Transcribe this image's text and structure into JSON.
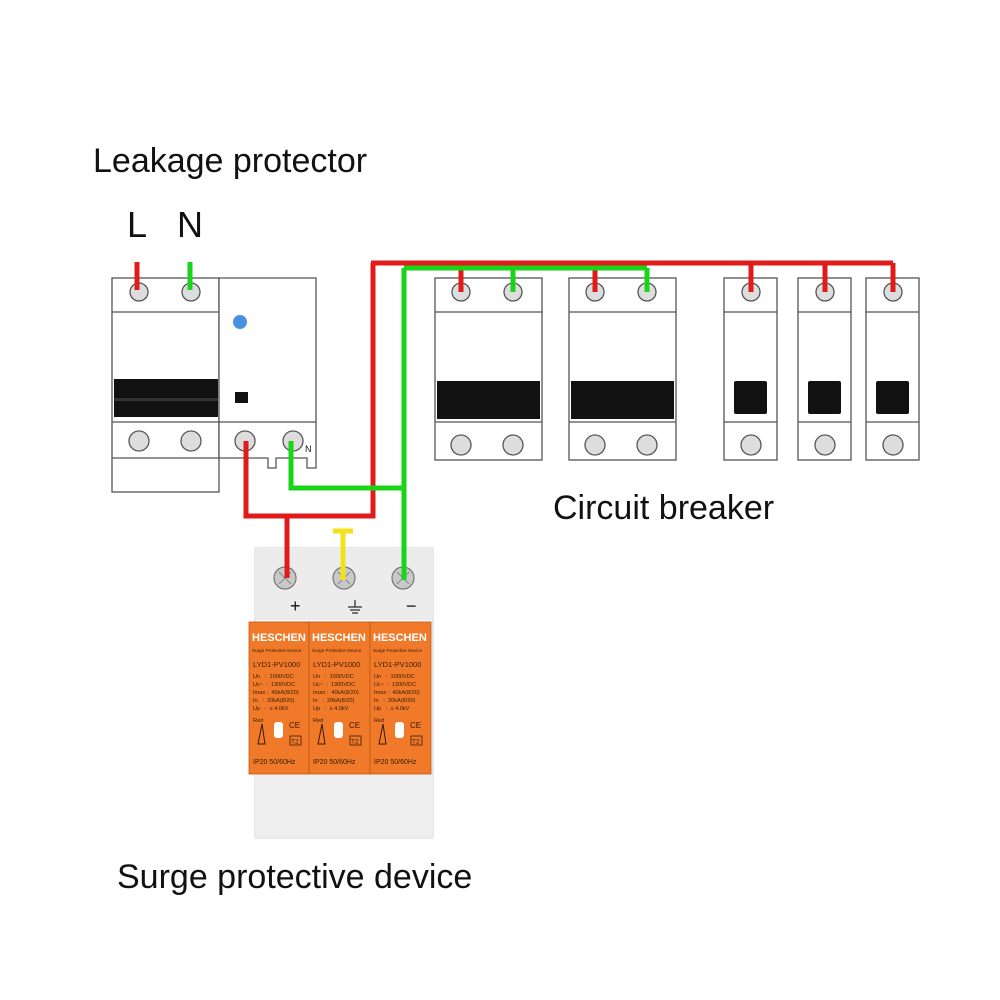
{
  "labels": {
    "leakage_protector": "Leakage protector",
    "line": "L",
    "neutral": "N",
    "rcd_terminal_n": "N",
    "circuit_breaker": "Circuit breaker",
    "surge_device": "Surge protective device"
  },
  "spd": {
    "plus": "+",
    "minus": "−",
    "modules": [
      {
        "brand": "HESCHEN",
        "subtitle": "Surge Protective Device",
        "model": "LYD1-PV1000",
        "specs": [
          "Un   :  1000VDC",
          "Uc~  :  1300VDC",
          "Imax :  40kA(8/20)",
          "In   :  20kA(8/20)",
          "Up   :  ≤ 4.0kV"
        ],
        "indicator": "Red",
        "ce": "CE",
        "type": "T2",
        "footer": "IP20 50/60Hz"
      },
      {
        "brand": "HESCHEN",
        "subtitle": "Surge Protective Device",
        "model": "LYD1-PV1000",
        "specs": [
          "Un   :  1000VDC",
          "Uc~  :  1300VDC",
          "Imax :  40kA(8/20)",
          "In   :  20kA(8/20)",
          "Up   :  ≤ 4.0kV"
        ],
        "indicator": "Red",
        "ce": "CE",
        "type": "T2",
        "footer": "IP20 50/60Hz"
      },
      {
        "brand": "HESCHEN",
        "subtitle": "Surge Protective Device",
        "model": "LYD1-PV1000",
        "specs": [
          "Un   :  1000VDC",
          "Uc~  :  1300VDC",
          "Imax :  40kA(8/20)",
          "In   :  20kA(8/20)",
          "Up   :  ≤ 4.0kV"
        ],
        "indicator": "Red",
        "ce": "CE",
        "type": "T2",
        "footer": "IP20 50/60Hz"
      }
    ]
  },
  "colors": {
    "live_wire": "#e01b1b",
    "neutral_wire": "#19d419",
    "earth_wire": "#f2e21a",
    "spd_body": "#f07a2a",
    "device_outline": "#555555"
  }
}
